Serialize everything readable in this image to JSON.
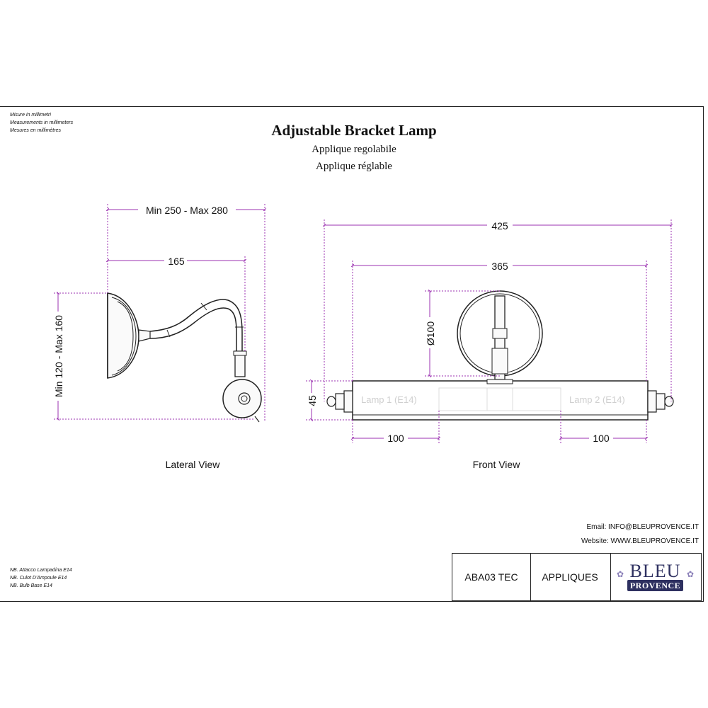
{
  "units_notes": [
    "Misure in millimetri",
    "Measurements in millimeters",
    "Mesures en millimètres"
  ],
  "title": "Adjustable Bracket Lamp",
  "subtitle_it": "Applique regolabile",
  "subtitle_fr": "Applique réglable",
  "lateral_view": {
    "label": "Lateral View",
    "dim_overall": "Min 250 - Max 280",
    "dim_depth": "165",
    "dim_height": "Min 120 - Max 160"
  },
  "front_view": {
    "label": "Front View",
    "dim_total": "425",
    "dim_body": "365",
    "dim_diameter": "Ø100",
    "dim_height": "45",
    "dim_left": "100",
    "dim_right": "100",
    "lamp1": "Lamp 1 (E14)",
    "lamp2": "Lamp 2 (E14)"
  },
  "bulb_notes": [
    "NB. Attacco Lampadina E14",
    "NB. Culot D'Ampoule E14",
    "NB. Bulb Base E14"
  ],
  "contact": {
    "email": "Email: INFO@BLEUPROVENCE.IT",
    "website": "Website: WWW.BLEUPROVENCE.IT"
  },
  "title_block": {
    "code": "ABA03 TEC",
    "category": "APPLIQUES",
    "logo_top": "BLEU",
    "logo_bottom": "PROVENCE"
  },
  "colors": {
    "dimension": "#9b30b0",
    "line": "#222222",
    "logo": "#2e3060"
  }
}
